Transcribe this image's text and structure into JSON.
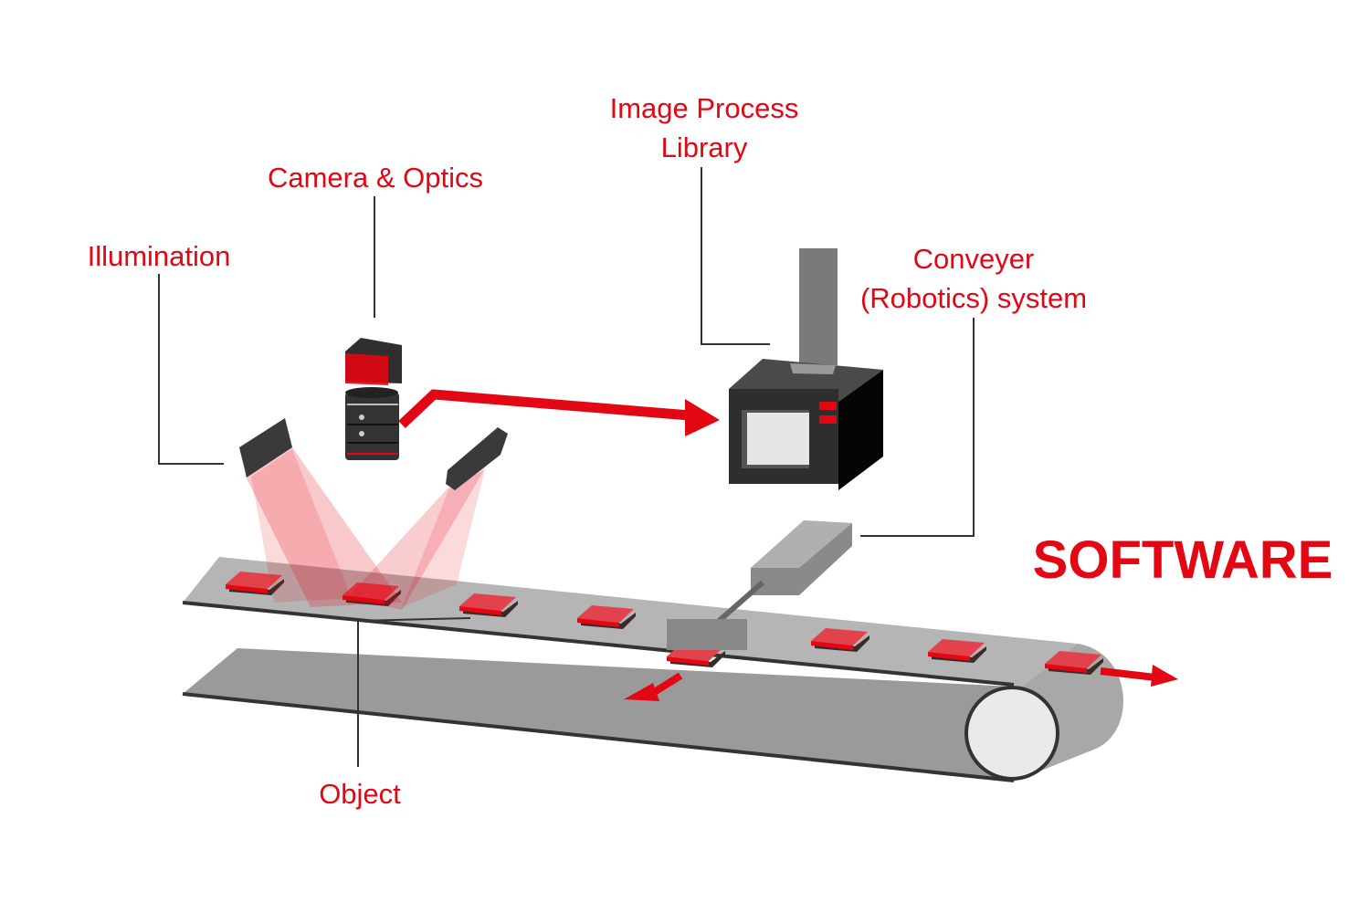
{
  "labels": {
    "illumination": "Illumination",
    "camera": "Camera & Optics",
    "library_line1": "Image Process",
    "library_line2": "Library",
    "conveyer_line1": "Conveyer",
    "conveyer_line2": "(Robotics) system",
    "object": "Object",
    "software": "SOFTWARE"
  },
  "colors": {
    "accent": "#e30613",
    "belt": "#b3b3b3",
    "dark": "#333333"
  }
}
